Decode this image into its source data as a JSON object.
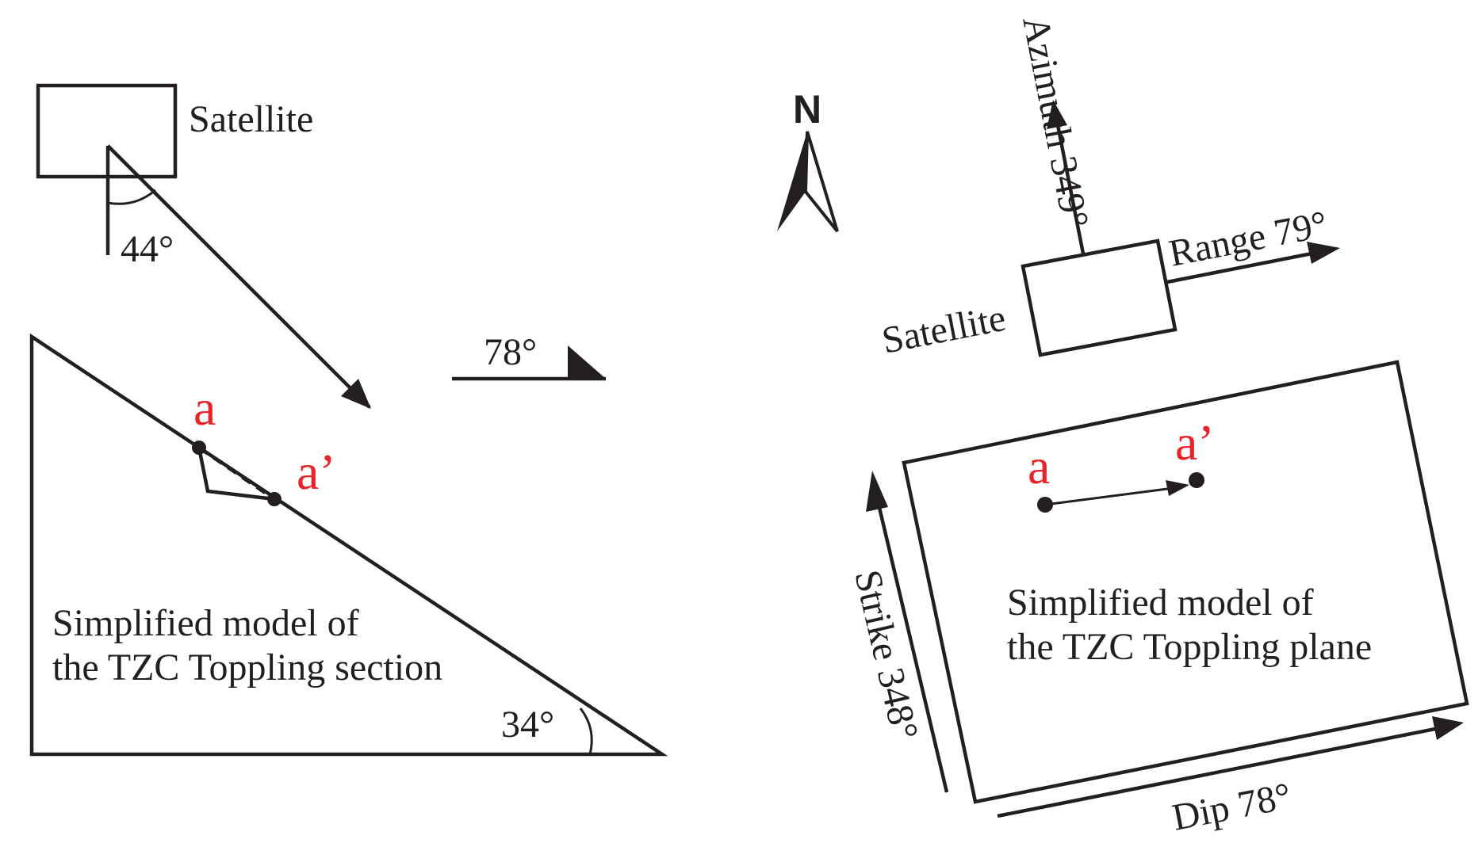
{
  "left_panel": {
    "satellite_label": "Satellite",
    "incidence_angle": "44°",
    "slope_angle": "34°",
    "direction_angle": "78°",
    "point_a": "a",
    "point_a_prime": "a’",
    "model_caption_line1": "Simplified model of",
    "model_caption_line2": "the TZC Toppling section"
  },
  "right_panel": {
    "north_label": "N",
    "azimuth_label": "Azimuth 349°",
    "range_label": "Range 79°",
    "satellite_label": "Satellite",
    "point_a": "a",
    "point_a_prime": "a’",
    "model_caption_line1": "Simplified model of",
    "model_caption_line2": "the TZC Toppling plane",
    "strike_label": "Strike 348°",
    "dip_label": "Dip 78°"
  },
  "colors": {
    "line": "#231f20",
    "point_label": "#e8232a"
  }
}
